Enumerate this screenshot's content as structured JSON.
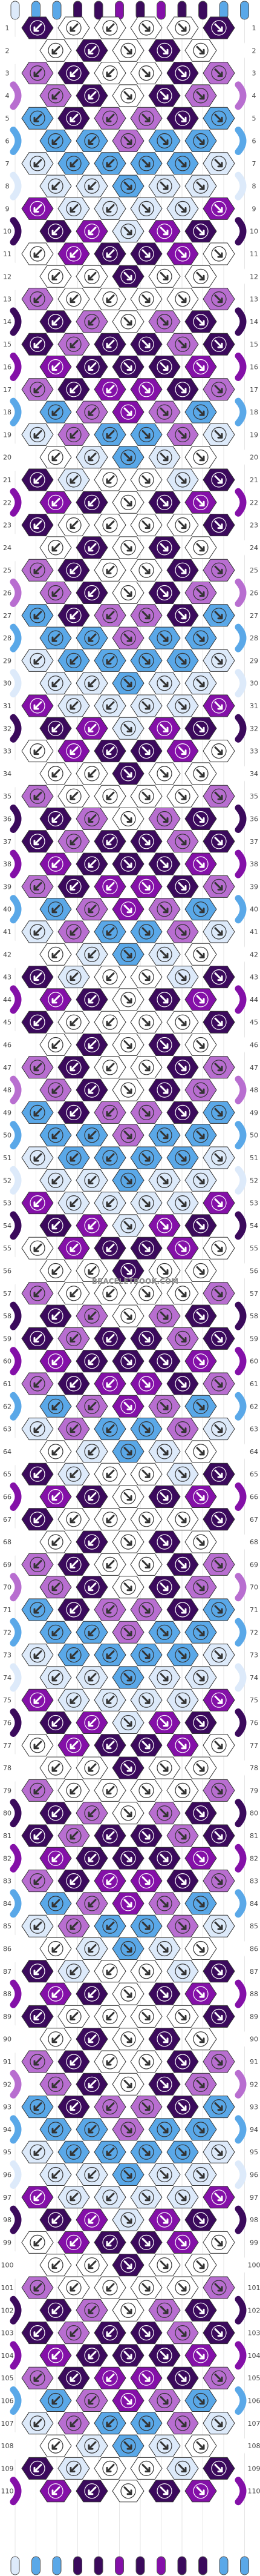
{
  "watermark": "BRACELETBOOK.COM",
  "colors": {
    "A": "#ddeafa",
    "B": "#5aa8e8",
    "C": "#ffffff",
    "D": "#3b0a5c",
    "E": "#b86ed0",
    "F": "#8410a8"
  },
  "strands_top": [
    "A",
    "B",
    "B",
    "D",
    "D",
    "F",
    "D",
    "F",
    "D",
    "D",
    "B",
    "B"
  ],
  "rows_count": 110,
  "row_numbers": [
    "1",
    "2",
    "3",
    "4",
    "5",
    "6",
    "7",
    "8",
    "9",
    "10",
    "11",
    "12",
    "13",
    "14",
    "15",
    "16",
    "17",
    "18",
    "19",
    "20",
    "21",
    "22",
    "23",
    "24",
    "25",
    "26",
    "27",
    "28",
    "29",
    "30",
    "31",
    "32",
    "33",
    "34",
    "35",
    "36",
    "37",
    "38",
    "39",
    "40",
    "41",
    "42",
    "43",
    "44",
    "45",
    "46",
    "47",
    "48",
    "49",
    "50",
    "51",
    "52",
    "53",
    "54",
    "55",
    "56",
    "57",
    "58",
    "59",
    "60",
    "61",
    "62",
    "63",
    "64",
    "65",
    "66",
    "67",
    "68",
    "69",
    "70",
    "71",
    "72",
    "73",
    "74",
    "75",
    "76",
    "77",
    "78",
    "79",
    "80",
    "81",
    "82",
    "83",
    "84",
    "85",
    "86",
    "87",
    "88",
    "89",
    "90",
    "91",
    "92",
    "93",
    "94",
    "95",
    "96",
    "97",
    "98",
    "99",
    "100",
    "101",
    "102",
    "103",
    "104",
    "105",
    "106",
    "107",
    "108",
    "109",
    "110"
  ],
  "motif_rows": [
    "DCCCD",
    "CDCDC",
    "ECDCE",
    "EDCDE",
    "BEDEB",
    "BBEBB",
    "ABBBA",
    "AABAA",
    "FAAAF",
    "DFAFD",
    "CDFDC",
    "CCDCC",
    "ECCCE",
    "DECED",
    "DDEDD",
    "FDDDF",
    "EFDFE",
    "BEFEB",
    "ABEBA",
    "CABAC",
    "DCACD",
    "FDCDF"
  ]
}
